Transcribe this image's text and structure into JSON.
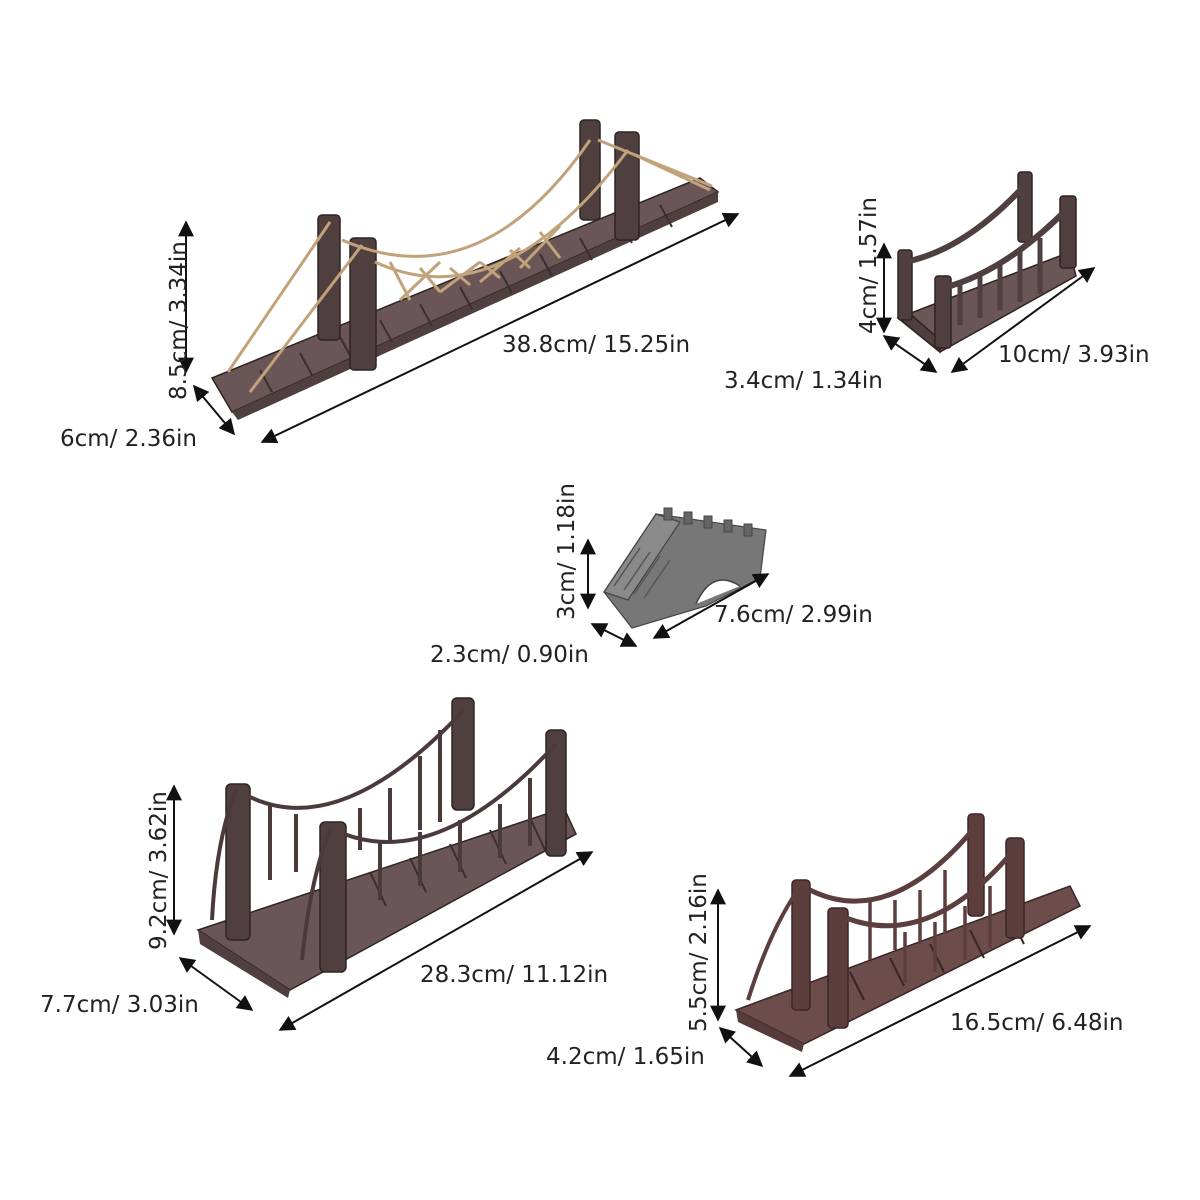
{
  "products": [
    {
      "name": "rope-suspension-bridge-large",
      "height_label": "8.5cm/ 3.34in",
      "length_label": "38.8cm/ 15.25in",
      "width_label": "6cm/ 2.36in"
    },
    {
      "name": "wooden-railing-bridge-small",
      "height_label": "4cm/ 1.57in",
      "length_label": "10cm/ 3.93in",
      "width_label": "3.4cm/ 1.34in"
    },
    {
      "name": "stone-arch-bridge",
      "height_label": "3cm/ 1.18in",
      "length_label": "7.6cm/ 2.99in",
      "width_label": "2.3cm/ 0.90in"
    },
    {
      "name": "wooden-suspension-bridge-medium",
      "height_label": "9.2cm/ 3.62in",
      "length_label": "28.3cm/ 11.12in",
      "width_label": "7.7cm/ 3.03in"
    },
    {
      "name": "wooden-suspension-bridge-red",
      "height_label": "5.5cm/ 2.16in",
      "length_label": "16.5cm/ 6.48in",
      "width_label": "4.2cm/ 1.65in"
    }
  ],
  "colors": {
    "background": "#ffffff",
    "wood_dark": "#4f3f3f",
    "rope": "#c2a27a",
    "stone": "#777777",
    "text": "#222222"
  }
}
